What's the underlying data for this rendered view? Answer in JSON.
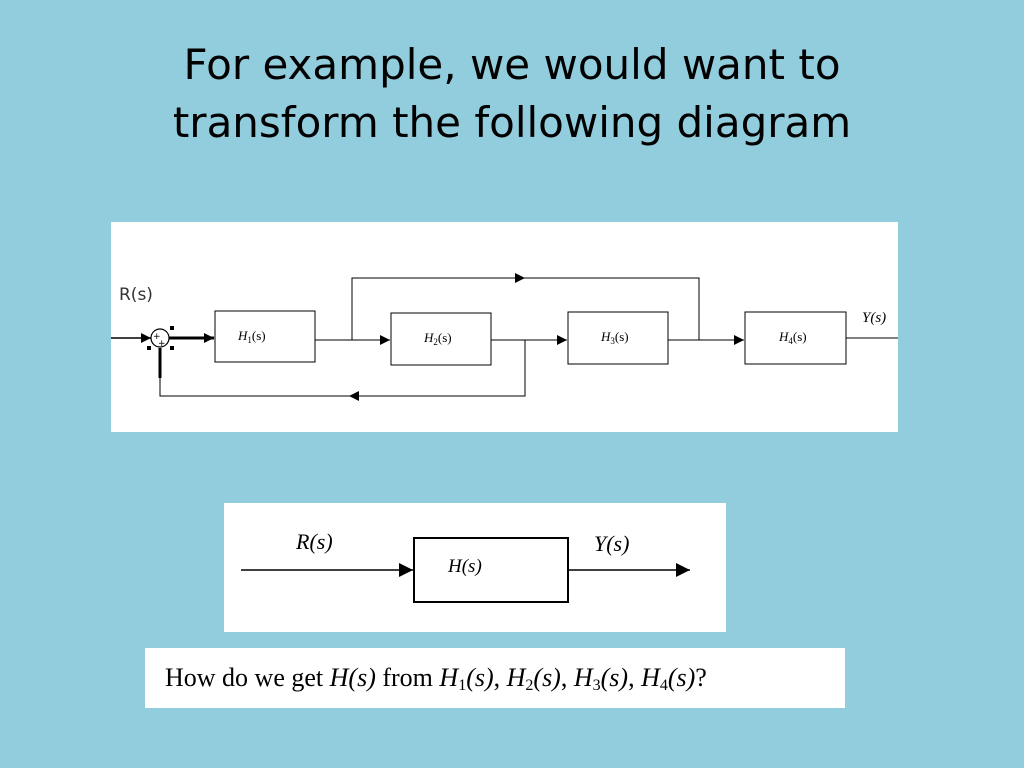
{
  "title": {
    "line1": "For example, we would want to",
    "line2": "transform the following diagram"
  },
  "top_diagram": {
    "input_label": "R(s)",
    "output_label": "Y(s)",
    "blocks": [
      {
        "name": "H",
        "sub": "1",
        "arg": "(s)"
      },
      {
        "name": "H",
        "sub": "2",
        "arg": "(s)"
      },
      {
        "name": "H",
        "sub": "3",
        "arg": "(s)"
      },
      {
        "name": "H",
        "sub": "4",
        "arg": "(s)"
      }
    ],
    "sum_signs": [
      "+",
      "+"
    ]
  },
  "result_diagram": {
    "input_label": "R(s)",
    "block_label": "H(s)",
    "output_label": "Y(s)"
  },
  "question": {
    "prefix": "How do we get ",
    "target": "H(s)",
    "from": " from ",
    "terms": [
      {
        "name": "H",
        "sub": "1",
        "arg": "(s)",
        "sep": ", "
      },
      {
        "name": "H",
        "sub": "2",
        "arg": "(s)",
        "sep": ", "
      },
      {
        "name": "H",
        "sub": "3",
        "arg": "(s)",
        "sep": ", "
      },
      {
        "name": "H",
        "sub": "4",
        "arg": "(s)",
        "sep": "?"
      }
    ]
  }
}
